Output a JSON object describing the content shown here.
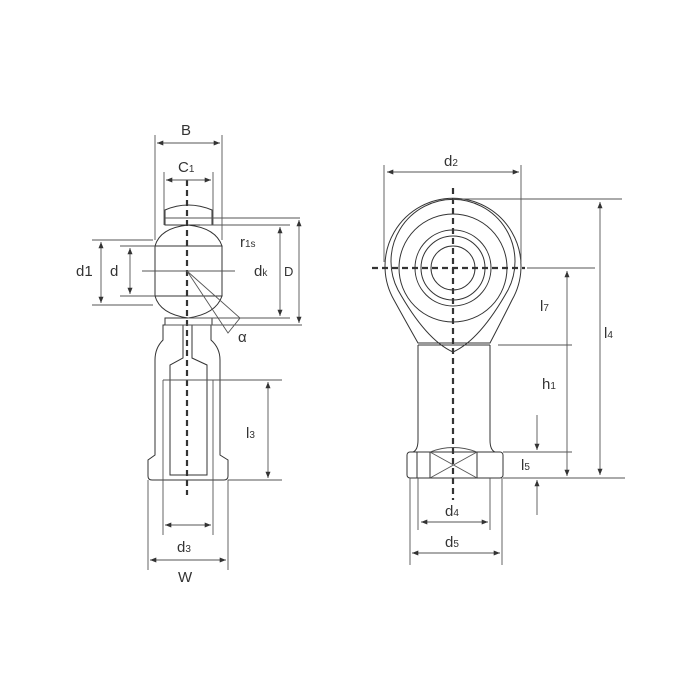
{
  "labels": {
    "B": "B",
    "C": "C",
    "C_sub": "1",
    "r": "r",
    "r_sub": "1s",
    "d1": "d1",
    "d": "d",
    "dk": "d",
    "dk_sub": "k",
    "D": "D",
    "alpha": "α",
    "l3": "l",
    "l3_sub": "3",
    "d3": "d",
    "d3_sub": "3",
    "W": "W",
    "d2": "d",
    "d2_sub": "2",
    "l7": "l",
    "l7_sub": "7",
    "l4": "l",
    "l4_sub": "4",
    "h1": "h",
    "h1_sub": "1",
    "l5": "l",
    "l5_sub": "5",
    "d4": "d",
    "d4_sub": "4",
    "d5": "d",
    "d5_sub": "5"
  },
  "colors": {
    "line": "#333333",
    "background": "#ffffff"
  }
}
